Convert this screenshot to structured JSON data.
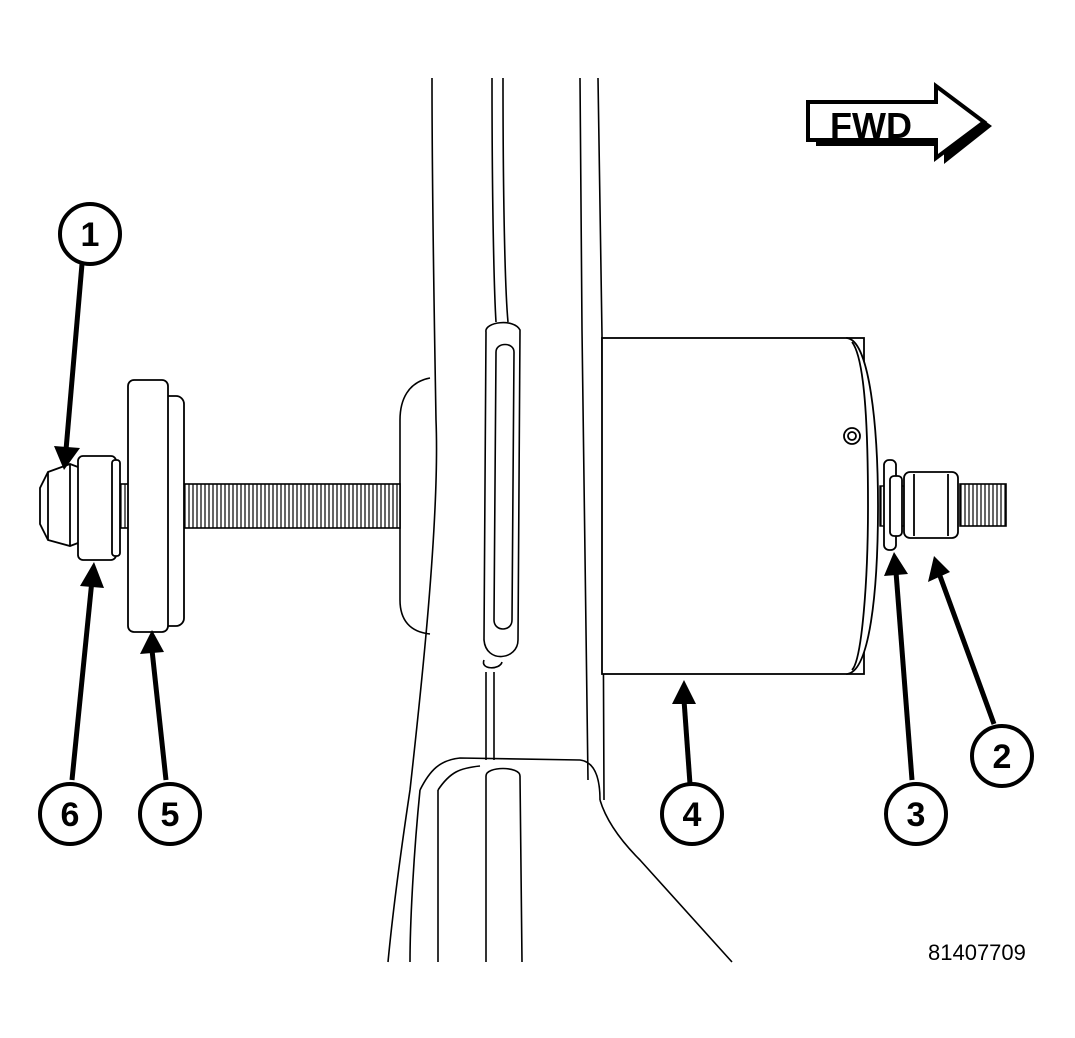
{
  "direction_indicator": {
    "label": "FWD"
  },
  "figure_number": "81407709",
  "callouts": [
    {
      "id": "1",
      "label": "1"
    },
    {
      "id": "2",
      "label": "2"
    },
    {
      "id": "3",
      "label": "3"
    },
    {
      "id": "4",
      "label": "4"
    },
    {
      "id": "5",
      "label": "5"
    },
    {
      "id": "6",
      "label": "6"
    }
  ],
  "colors": {
    "line": "#000000",
    "background": "#ffffff"
  }
}
